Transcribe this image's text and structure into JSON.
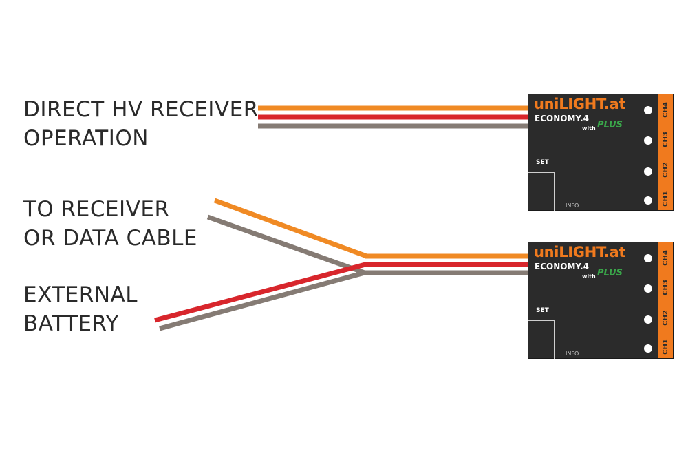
{
  "labels": {
    "direct": [
      "DIRECT HV RECEIVER",
      "OPERATION"
    ],
    "receiver": [
      "TO RECEIVER",
      "OR DATA CABLE"
    ],
    "battery": [
      "EXTERNAL",
      "BATTERY"
    ]
  },
  "module": {
    "brand": "uniLIGHT.at",
    "model": "ECONOMY.4",
    "with": "with",
    "plus": "PLUS",
    "set": "SET",
    "info": "INFO",
    "channels": [
      "CH4",
      "CH3",
      "CH2",
      "CH1"
    ]
  },
  "colors": {
    "orange": "#f08a24",
    "red": "#d8262c",
    "grey": "#857b74",
    "module_body": "#2b2b2b",
    "brand_orange": "#f07a1e",
    "plus_green": "#3aa64a"
  }
}
